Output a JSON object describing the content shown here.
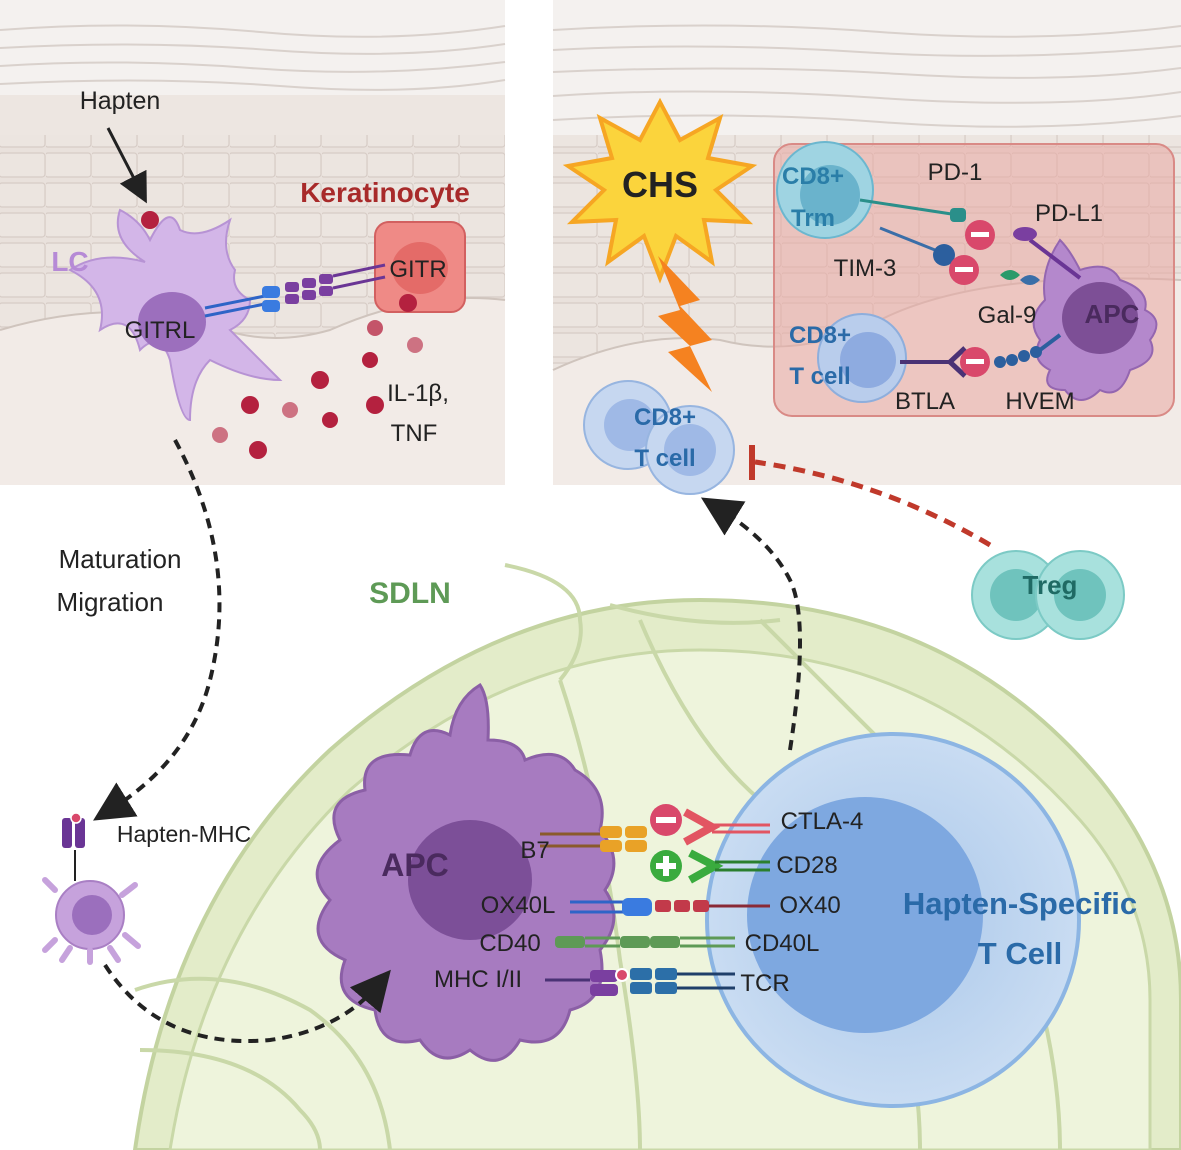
{
  "panel_left": {
    "hapten": "Hapten",
    "keratinocyte": "Keratinocyte",
    "lc": "LC",
    "gitrl": "GITRL",
    "gitr": "GITR",
    "cytokines_line1": "IL-1β,",
    "cytokines_line2": "TNF"
  },
  "panel_right": {
    "chs": "CHS",
    "cd8_trm_line1": "CD8+",
    "cd8_trm_line2": "Trm",
    "pd1": "PD-1",
    "pdl1": "PD-L1",
    "tim3": "TIM-3",
    "gal9": "Gal-9",
    "apc": "APC",
    "cd8_t_line1": "CD8+",
    "cd8_t_line2": "T cell",
    "btla": "BTLA",
    "hvem": "HVEM",
    "cd8_free_line1": "CD8+",
    "cd8_free_line2": "T cell"
  },
  "migration": {
    "line1": "Maturation",
    "line2": "Migration",
    "hapten_mhc": "Hapten-MHC"
  },
  "treg": "Treg",
  "lymph_node": {
    "sdln": "SDLN",
    "apc": "APC",
    "tcell_line1": "Hapten-Specific",
    "tcell_line2": "T Cell",
    "b7": "B7",
    "ox40l": "OX40L",
    "cd40": "CD40",
    "mhc": "MHC I/II",
    "ctla4": "CTLA-4",
    "cd28": "CD28",
    "ox40": "OX40",
    "cd40l": "CD40L",
    "tcr": "TCR",
    "minus": "−",
    "plus": "+"
  },
  "colors": {
    "lc_purple": "#b68ad6",
    "keratinocyte_red": "#a82a2a",
    "apc_purple": "#9d6ab5",
    "tcell_blue": "#2a6aa8",
    "node_green": "#5e9a56",
    "treg_teal": "#8ed3cf",
    "chs_yellow": "#fbd43c"
  }
}
